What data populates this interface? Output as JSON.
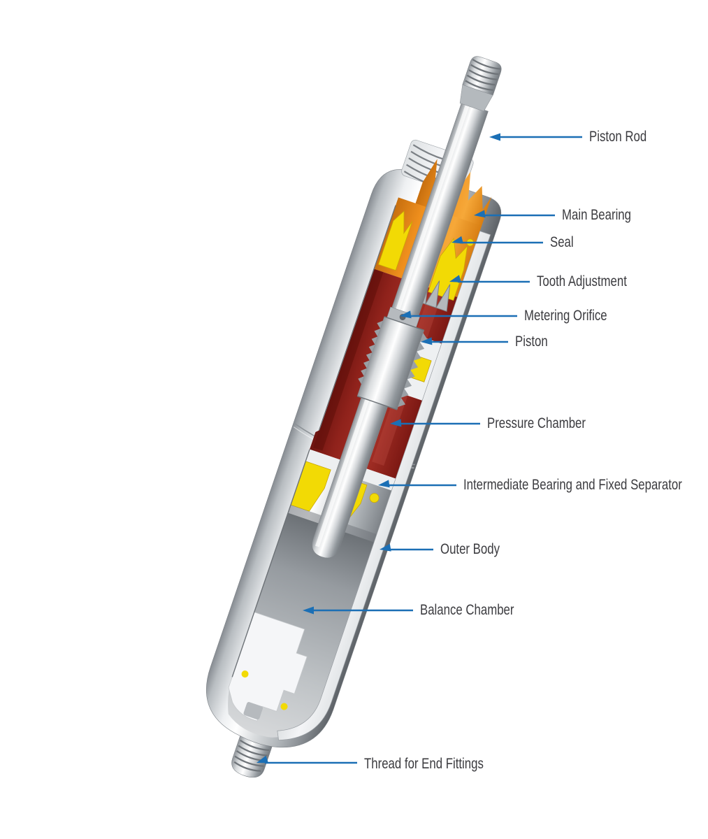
{
  "diagram": {
    "type": "cutaway-illustration",
    "subject": "gas spring cross section",
    "labels": [
      {
        "id": "piston-rod",
        "text": "Piston Rod"
      },
      {
        "id": "main-bearing",
        "text": "Main Bearing"
      },
      {
        "id": "seal",
        "text": "Seal"
      },
      {
        "id": "tooth-adjustment",
        "text": "Tooth Adjustment"
      },
      {
        "id": "metering-orifice",
        "text": "Metering Orifice"
      },
      {
        "id": "piston",
        "text": "Piston"
      },
      {
        "id": "pressure-chamber",
        "text": "Pressure Chamber"
      },
      {
        "id": "intermediate-bearing",
        "text": "Intermediate Bearing and Fixed Separator"
      },
      {
        "id": "outer-body",
        "text": "Outer Body"
      },
      {
        "id": "balance-chamber",
        "text": "Balance Chamber"
      },
      {
        "id": "thread-end-fittings",
        "text": "Thread for End Fittings"
      }
    ],
    "colors": {
      "accent_blue": "#1b6fb5",
      "label_text": "#3b3b3f",
      "bearing_orange": "#ef8f1d",
      "seal_yellow": "#f2da05",
      "chamber_red": "#9c2a21",
      "metal_light": "#eef0f2",
      "metal_mid": "#b6babe",
      "metal_dark": "#5d6267",
      "inner_wall": "#f4f5f7",
      "background": "#ffffff"
    }
  }
}
